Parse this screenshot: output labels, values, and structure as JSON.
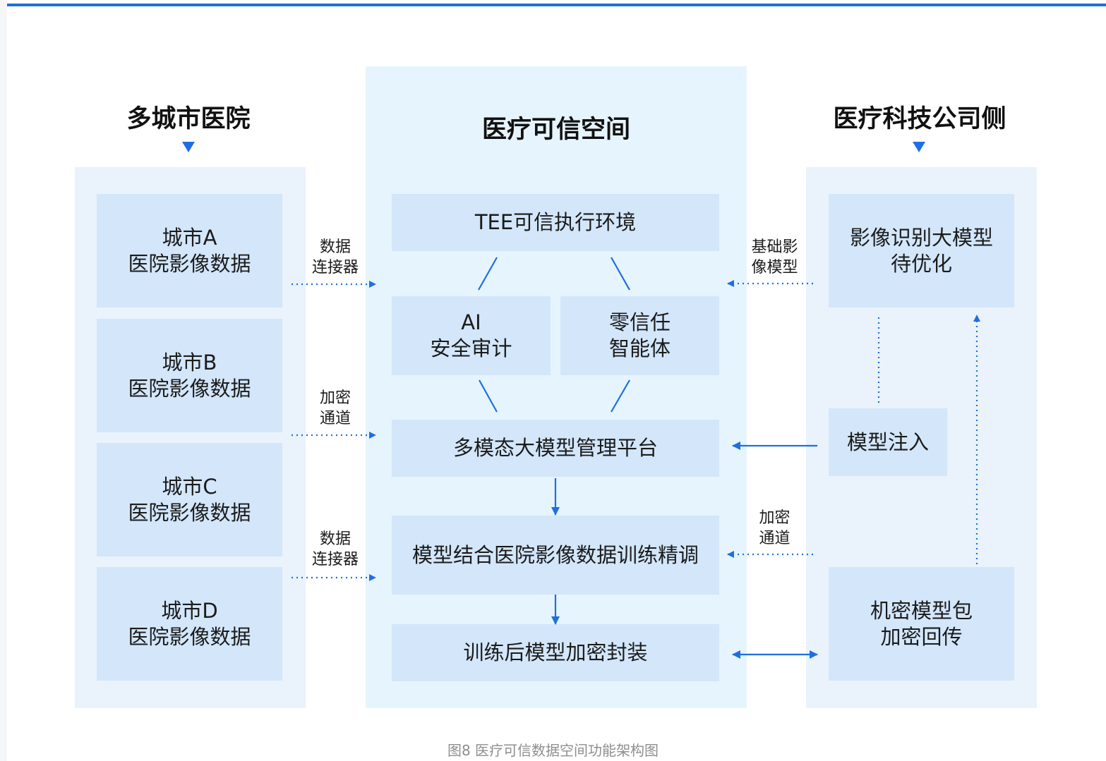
{
  "columns": {
    "left": {
      "title": "多城市医院",
      "hospitals": [
        {
          "line1": "城市A",
          "line2": "医院影像数据"
        },
        {
          "line1": "城市B",
          "line2": "医院影像数据"
        },
        {
          "line1": "城市C",
          "line2": "医院影像数据"
        },
        {
          "line1": "城市D",
          "line2": "医院影像数据"
        }
      ]
    },
    "middle": {
      "title": "医疗可信空间",
      "tee": "TEE可信执行环境",
      "ai_audit": {
        "line1": "AI",
        "line2": "安全审计"
      },
      "zero_trust": {
        "line1": "零信任",
        "line2": "智能体"
      },
      "platform": "多模态大模型管理平台",
      "training": "模型结合医院影像数据训练精调",
      "packaging": "训练后模型加密封装"
    },
    "right": {
      "title": "医疗科技公司侧",
      "model_opt": {
        "line1": "影像识别大模型",
        "line2": "待优化"
      },
      "inject": "模型注入",
      "return_pkg": {
        "line1": "机密模型包",
        "line2": "加密回传"
      }
    }
  },
  "connectors": {
    "left_1": {
      "line1": "数据",
      "line2": "连接器"
    },
    "left_2": {
      "line1": "加密",
      "line2": "通道"
    },
    "left_3": {
      "line1": "数据",
      "line2": "连接器"
    },
    "right_1": {
      "line1": "基础影",
      "line2": "像模型"
    },
    "right_2": {
      "line1": "加密",
      "line2": "通道"
    }
  },
  "caption": "图8 医疗可信数据空间功能架构图",
  "colors": {
    "accent": "#1f6fe0",
    "side_panel": "#eaf2fc",
    "mid_panel": "#e6f4fd",
    "box": "#d3e6fa"
  }
}
